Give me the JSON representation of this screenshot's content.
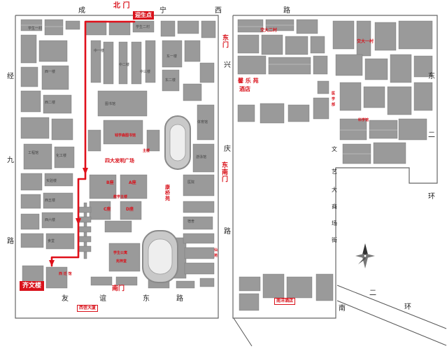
{
  "roads": {
    "north": [
      "成",
      "宁",
      "西",
      "路"
    ],
    "west": [
      "经",
      "九",
      "路"
    ],
    "south": [
      "友",
      "谊",
      "东",
      "路"
    ],
    "east_mid": [
      "兴",
      "庆",
      "路"
    ],
    "east_far": [
      "东",
      "二",
      "环"
    ],
    "avenue": [
      "文",
      "艺",
      "大",
      "商",
      "场",
      "街"
    ],
    "south_ring": [
      "南",
      "二",
      "环"
    ]
  },
  "gates": {
    "north": "北 门",
    "east": "东门",
    "southeast": "东南门",
    "south": "南门"
  },
  "callouts": {
    "start": "迎生点",
    "end": "齐文楼",
    "friendship": "西信大厦"
  },
  "red_labels": {
    "square": "四大发明广场",
    "kangcheng": "康桥苑",
    "hotel_top": "馨 乐 苑",
    "hotel_bottom": "酒店",
    "nanyang": "南洋酒店",
    "library": "钱学森图书馆",
    "main_building": "主楼",
    "wing_b": "B座",
    "wing_a": "A座",
    "wing_c": "C座",
    "wing_d": "D座",
    "teaching": "教学主楼",
    "xianyuan": "仙苑",
    "dorm": "学生公寓",
    "dorm2": "西 迁 馆",
    "east_sign": "交大二村",
    "east_sign2": "交大一村",
    "east_sign3": "医学部",
    "right_parking": "科学馆",
    "south_complex": "宪梓堂"
  },
  "small_labels": [
    "学生一村",
    "学生二村",
    "中一楼",
    "中二楼",
    "中三楼",
    "西一楼",
    "西二楼",
    "东一楼",
    "东二楼",
    "工程馆",
    "化工楼",
    "图书馆",
    "体育馆",
    "游泳馆",
    "实验楼",
    "西五楼",
    "西六楼",
    "食堂",
    "医院",
    "宿舍"
  ],
  "colors": {
    "building": "#9a9a9a",
    "building_dark": "#7d7d7d",
    "route": "#e0101a",
    "accent": "#d9121b",
    "ground": "#ffffff"
  },
  "icons": {
    "compass": "compass-rose-icon"
  }
}
